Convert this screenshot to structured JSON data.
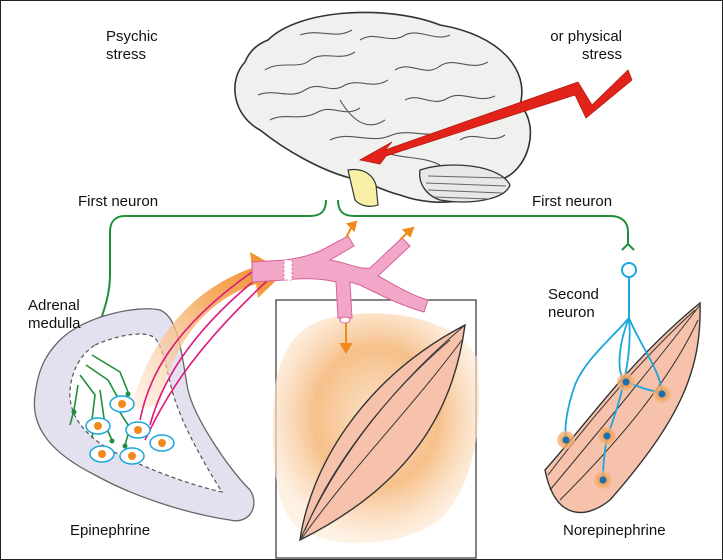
{
  "labels": {
    "psychic_stress": [
      "Psychic",
      "stress"
    ],
    "physical_stress": [
      "or physical",
      "stress"
    ],
    "first_neuron_left": "First neuron",
    "first_neuron_right": "First neuron",
    "adrenal_medulla": [
      "Adrenal",
      "medulla"
    ],
    "second_neuron": [
      "Second",
      "neuron"
    ],
    "epinephrine": "Epinephrine",
    "norepinephrine": "Norepinephrine"
  },
  "colors": {
    "nerve": "#1f8f3a",
    "second_neuron": "#1aa7dd",
    "stress_arrow": "#e2231a",
    "blood_vessel": "#f2a6c8",
    "hormone_orange": "#f08a1c",
    "muscle": "#f6c2ac",
    "adrenal_tissue": "#e3e0f0",
    "hypothalamus": "#f7f0a6"
  }
}
